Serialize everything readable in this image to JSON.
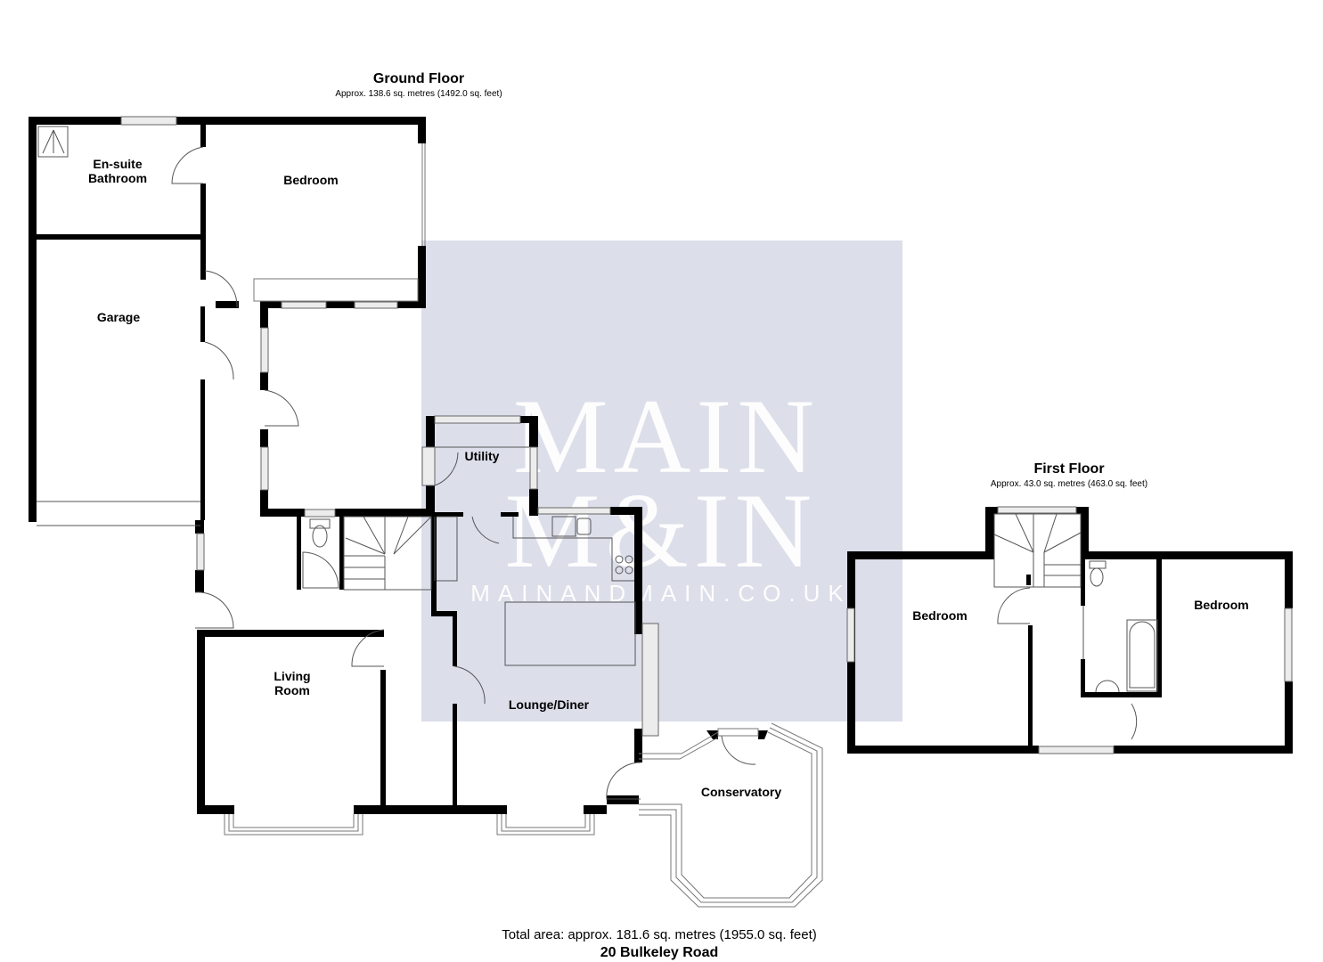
{
  "ground_floor": {
    "title": "Ground Floor",
    "area": "Approx. 138.6 sq. metres (1492.0 sq. feet)",
    "rooms": {
      "ensuite_line1": "En-suite",
      "ensuite_line2": "Bathroom",
      "bedroom": "Bedroom",
      "garage": "Garage",
      "utility": "Utility",
      "living_line1": "Living",
      "living_line2": "Room",
      "lounge": "Lounge/Diner",
      "conservatory": "Conservatory"
    }
  },
  "first_floor": {
    "title": "First Floor",
    "area": "Approx. 43.0 sq. metres (463.0 sq. feet)",
    "rooms": {
      "bedroom_left": "Bedroom",
      "bedroom_right": "Bedroom"
    }
  },
  "watermark": {
    "line1": "MAIN",
    "line2": "M&IN",
    "url": "MAINANDMAIN.CO.UK",
    "bg_color": "#dcdeea"
  },
  "footer": {
    "total_area": "Total area: approx. 181.6 sq. metres (1955.0 sq. feet)",
    "address": "20 Bulkeley Road"
  },
  "colors": {
    "wall": "#000000",
    "fixture_line": "#555555",
    "window_fill": "#e6e6e6"
  }
}
